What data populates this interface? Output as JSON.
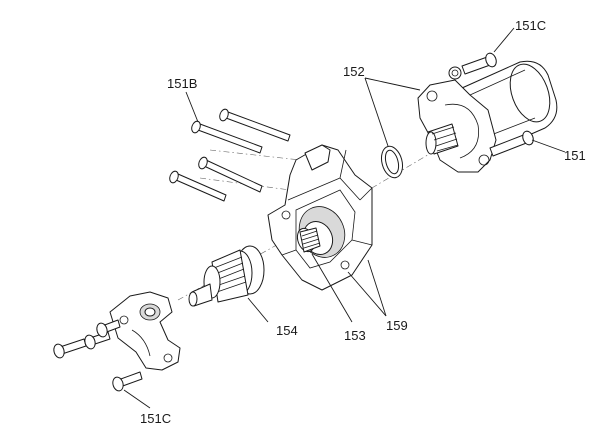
{
  "diagram": {
    "callouts": {
      "c151C_top": "151C",
      "c152": "152",
      "c151B": "151B",
      "c151": "151",
      "c154": "154",
      "c153": "153",
      "c159": "159",
      "c151C_bottom": "151C"
    },
    "parts": [
      "starter-motor",
      "o-ring",
      "motor-bolt",
      "long-bolt",
      "starter-housing",
      "drive-gear-assembly",
      "end-cover",
      "cover-bolt"
    ]
  }
}
